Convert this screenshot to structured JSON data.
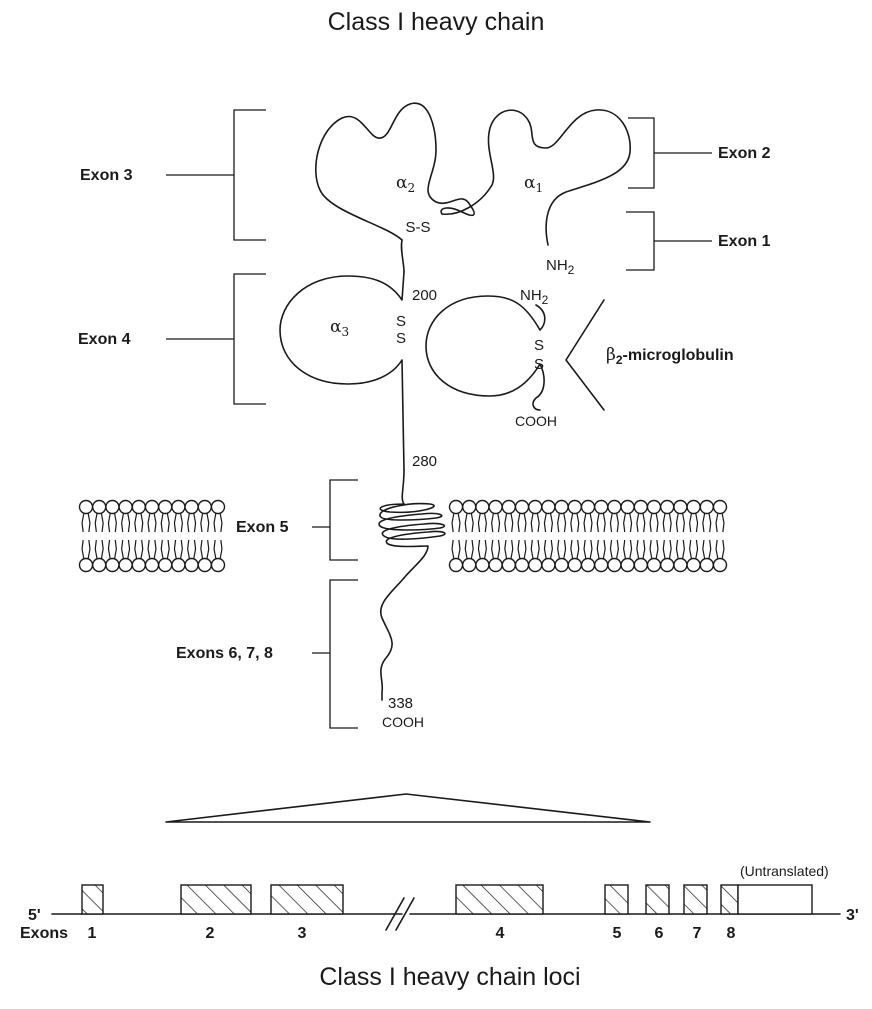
{
  "titles": {
    "top": "Class I heavy chain",
    "bottom": "Class I heavy chain loci"
  },
  "exon_brackets": {
    "exon3": "Exon 3",
    "exon2": "Exon 2",
    "exon1": "Exon 1",
    "exon4": "Exon 4",
    "exon5": "Exon 5",
    "exons678": "Exons 6, 7, 8"
  },
  "domains": {
    "alpha1": {
      "symbol": "α",
      "sub": "1"
    },
    "alpha2": {
      "symbol": "α",
      "sub": "2"
    },
    "alpha3": {
      "symbol": "α",
      "sub": "3"
    }
  },
  "residues": {
    "r200": "200",
    "r280": "280",
    "r338": "338"
  },
  "chemistry": {
    "disulfide": "S-S",
    "s": "S",
    "nh2": {
      "base": "NH",
      "sub": "2"
    },
    "cooh": "COOH"
  },
  "beta2": {
    "prefix": "β",
    "sub": "2",
    "rest": "-microglobulin"
  },
  "gene_map": {
    "five_prime": "5'",
    "three_prime": "3'",
    "exons_label": "Exons",
    "exon_numbers": [
      "1",
      "2",
      "3",
      "4",
      "5",
      "6",
      "7",
      "8"
    ],
    "untranslated": "(Untranslated)"
  },
  "colors": {
    "ink": "#1a1a1a",
    "background": "#ffffff"
  }
}
